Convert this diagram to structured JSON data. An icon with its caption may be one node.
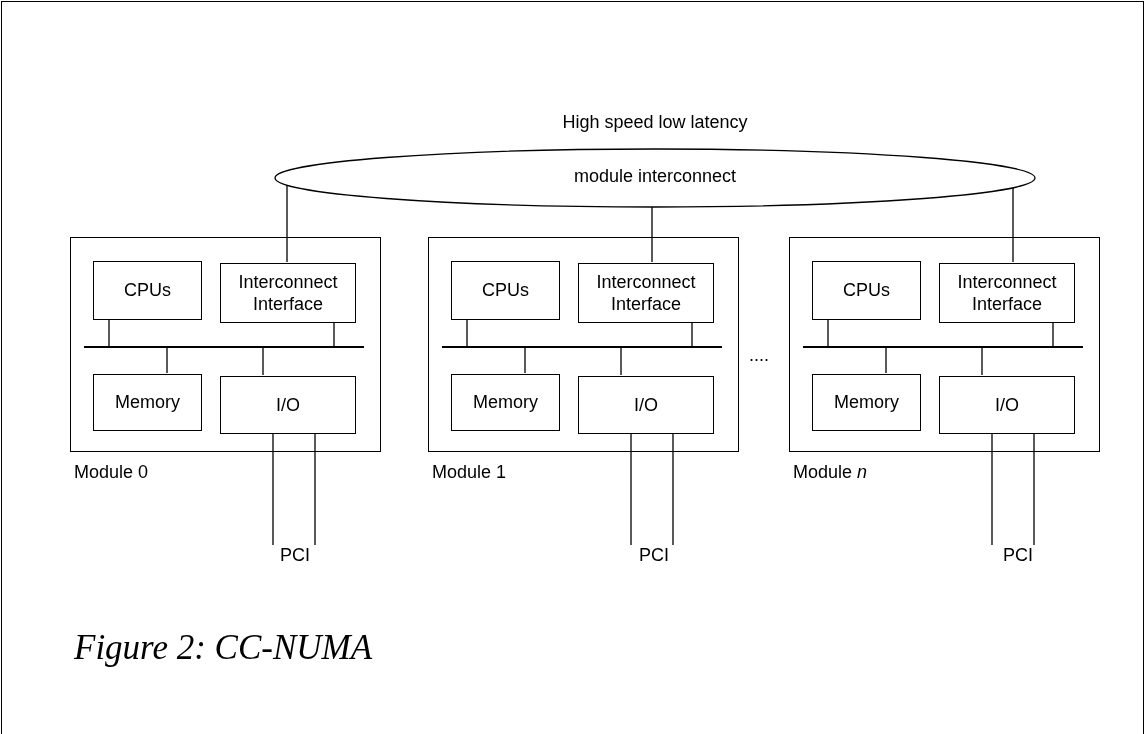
{
  "diagram": {
    "caption": "Figure 2: CC-NUMA",
    "nodes": [
      {
        "text": [
          "High speed low latency",
          "module interconnect"
        ]
      },
      {
        "text": [],
        "shape": "box",
        "beside": [
          "Module 0"
        ]
      },
      {
        "text": [
          "CPUs"
        ],
        "in": 1
      },
      {
        "text": [
          "Interconnect Interface"
        ],
        "in": 1
      },
      {
        "text": [],
        "shape": "bar",
        "in": 1
      },
      {
        "text": [
          "Memory"
        ],
        "in": 1
      },
      {
        "text": [
          "I/O"
        ],
        "in": 1
      },
      {
        "text": [],
        "shape": "box",
        "beside": [
          "Module 1"
        ]
      },
      {
        "text": [
          "CPUs"
        ],
        "in": 7
      },
      {
        "text": [
          "Interconnect Interface"
        ],
        "in": 7
      },
      {
        "text": [],
        "shape": "bar",
        "in": 7
      },
      {
        "text": [
          "Memory"
        ],
        "in": 7
      },
      {
        "text": [
          "I/O"
        ],
        "in": 7
      },
      {
        "text": [],
        "shape": "box",
        "beside": [
          "Module *n*"
        ]
      },
      {
        "text": [
          "CPUs"
        ],
        "in": 13
      },
      {
        "text": [
          "Interconnect Interface"
        ],
        "in": 13
      },
      {
        "text": [],
        "shape": "bar",
        "in": 13
      },
      {
        "text": [
          "Memory"
        ],
        "in": 13
      },
      {
        "text": [
          "I/O"
        ],
        "in": 13
      },
      {
        "text": [
          "PCI"
        ]
      },
      {
        "text": [
          "PCI"
        ]
      },
      {
        "text": [
          "PCI"
        ]
      }
    ],
    "edges": [
      {
        "from": 2,
        "to": 4,
        "arrow": "none"
      },
      {
        "from": 3,
        "to": 4,
        "arrow": "none"
      },
      {
        "from": 5,
        "to": 4,
        "arrow": "none"
      },
      {
        "from": 6,
        "to": 4,
        "arrow": "none"
      },
      {
        "from": 3,
        "to": 0,
        "arrow": "none"
      },
      {
        "from": 6,
        "to": 19,
        "arrow": "none"
      },
      {
        "from": 6,
        "to": 19,
        "arrow": "none"
      },
      {
        "from": 8,
        "to": 10,
        "arrow": "none"
      },
      {
        "from": 9,
        "to": 10,
        "arrow": "none"
      },
      {
        "from": 11,
        "to": 10,
        "arrow": "none"
      },
      {
        "from": 12,
        "to": 10,
        "arrow": "none"
      },
      {
        "from": 9,
        "to": 0,
        "arrow": "none"
      },
      {
        "from": 12,
        "to": 20,
        "arrow": "none"
      },
      {
        "from": 12,
        "to": 20,
        "arrow": "none"
      },
      {
        "from": 14,
        "to": 16,
        "arrow": "none"
      },
      {
        "from": 15,
        "to": 16,
        "arrow": "none"
      },
      {
        "from": 17,
        "to": 16,
        "arrow": "none"
      },
      {
        "from": 18,
        "to": 16,
        "arrow": "none"
      },
      {
        "from": 15,
        "to": 0,
        "arrow": "none"
      },
      {
        "from": 18,
        "to": 21,
        "arrow": "none"
      },
      {
        "from": 18,
        "to": 21,
        "arrow": "none"
      }
    ],
    "labels": [
      "...."
    ]
  }
}
